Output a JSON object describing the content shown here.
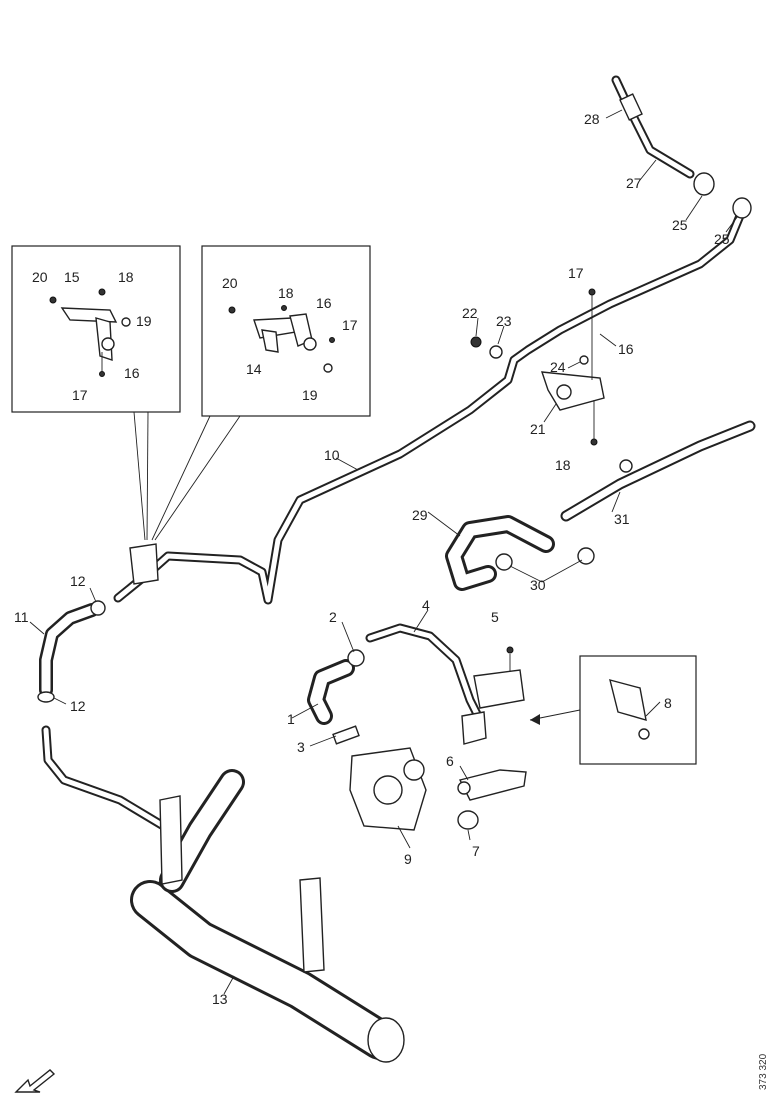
{
  "diagram": {
    "code": "373 320",
    "callouts": [
      {
        "id": "c1",
        "text": "1"
      },
      {
        "id": "c2",
        "text": "2"
      },
      {
        "id": "c3",
        "text": "3"
      },
      {
        "id": "c4",
        "text": "4"
      },
      {
        "id": "c5",
        "text": "5"
      },
      {
        "id": "c6",
        "text": "6"
      },
      {
        "id": "c7",
        "text": "7"
      },
      {
        "id": "c8",
        "text": "8"
      },
      {
        "id": "c9",
        "text": "9"
      },
      {
        "id": "c10",
        "text": "10"
      },
      {
        "id": "c11",
        "text": "11"
      },
      {
        "id": "c12a",
        "text": "12"
      },
      {
        "id": "c12b",
        "text": "12"
      },
      {
        "id": "c13",
        "text": "13"
      },
      {
        "id": "c14",
        "text": "14"
      },
      {
        "id": "c15",
        "text": "15"
      },
      {
        "id": "c16a",
        "text": "16"
      },
      {
        "id": "c16b",
        "text": "16"
      },
      {
        "id": "c16c",
        "text": "16"
      },
      {
        "id": "c17a",
        "text": "17"
      },
      {
        "id": "c17b",
        "text": "17"
      },
      {
        "id": "c17c",
        "text": "17"
      },
      {
        "id": "c18a",
        "text": "18"
      },
      {
        "id": "c18b",
        "text": "18"
      },
      {
        "id": "c18c",
        "text": "18"
      },
      {
        "id": "c19a",
        "text": "19"
      },
      {
        "id": "c19b",
        "text": "19"
      },
      {
        "id": "c20a",
        "text": "20"
      },
      {
        "id": "c20b",
        "text": "20"
      },
      {
        "id": "c21",
        "text": "21"
      },
      {
        "id": "c22",
        "text": "22"
      },
      {
        "id": "c23",
        "text": "23"
      },
      {
        "id": "c24",
        "text": "24"
      },
      {
        "id": "c25a",
        "text": "25"
      },
      {
        "id": "c25b",
        "text": "25"
      },
      {
        "id": "c27",
        "text": "27"
      },
      {
        "id": "c28",
        "text": "28"
      },
      {
        "id": "c29",
        "text": "29"
      },
      {
        "id": "c30",
        "text": "30"
      },
      {
        "id": "c31",
        "text": "31"
      }
    ]
  }
}
